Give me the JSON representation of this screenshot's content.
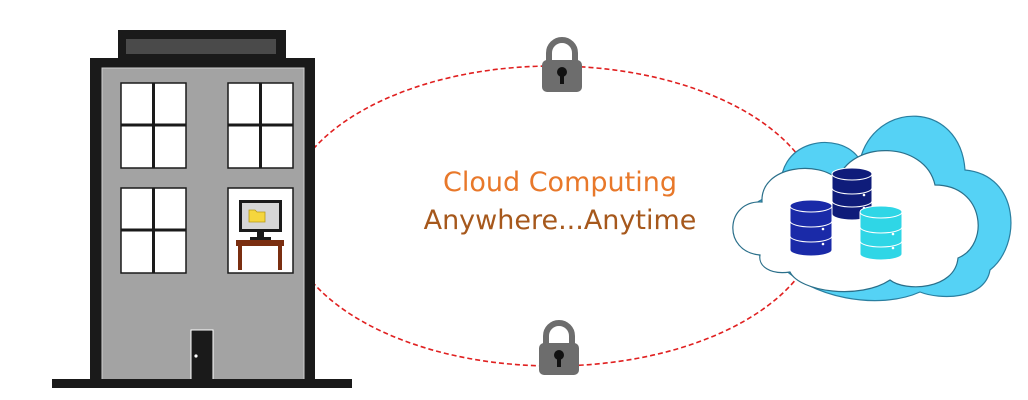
{
  "text": {
    "title": "Cloud Computing",
    "subtitle": "Anywhere...Anytime"
  },
  "colors": {
    "building_body": "#a3a3a3",
    "building_frame": "#1a1a1a",
    "window_pane": "#ffffff",
    "connection_dash": "#e02020",
    "lock": "#6d6d6d",
    "title_text": "#e8782a",
    "subtitle_text": "#a6581c",
    "cloud_back": "#55d2f5",
    "cloud_front": "#ffffff",
    "db_dark_blue": "#1a2aa8",
    "db_navy": "#0f1c7a",
    "db_cyan": "#2fd6e6",
    "desk": "#7a2e10",
    "folder": "#f5d63d"
  },
  "icons": [
    "office-building",
    "computer-monitor-icon",
    "folder-icon",
    "padlock-icon",
    "cloud-icon",
    "database-icon"
  ]
}
